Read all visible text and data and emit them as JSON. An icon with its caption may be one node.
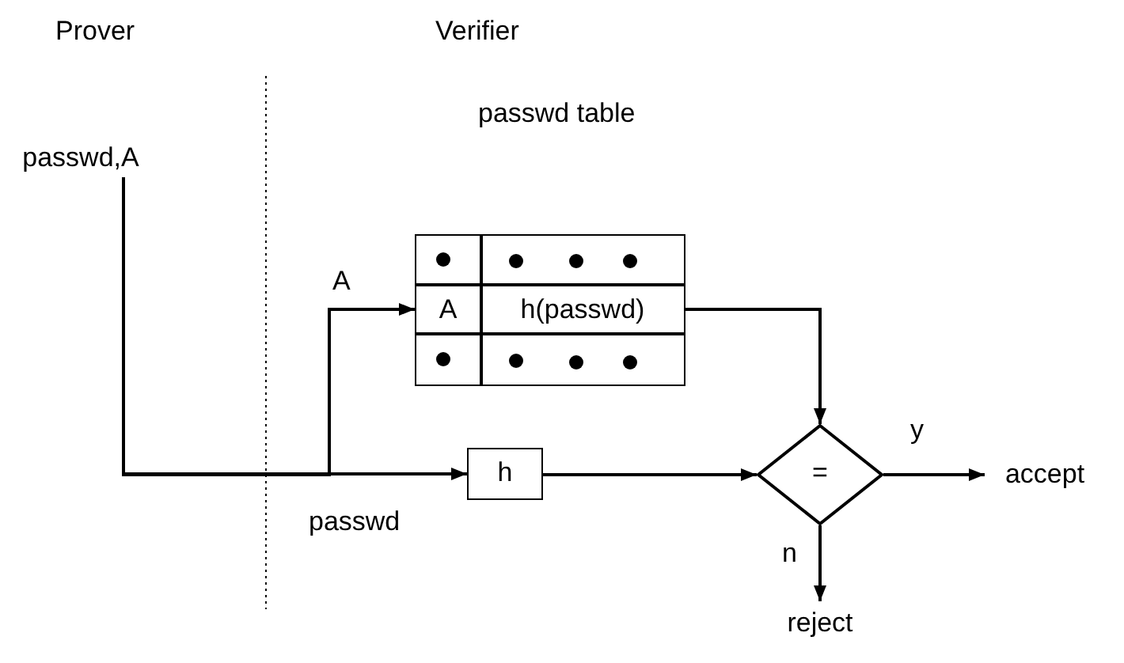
{
  "diagram": {
    "nodes": [
      {
        "text": [
          "passwd,A"
        ]
      },
      {
        "text": [
          "passwd table"
        ]
      },
      {
        "text": [
          "A"
        ],
        "in": 1
      },
      {
        "text": [
          "h(passwd)"
        ],
        "in": 1
      },
      {
        "text": [
          "h"
        ]
      },
      {
        "text": [
          "="
        ]
      },
      {
        "text": [
          "accept"
        ]
      },
      {
        "text": [
          "reject"
        ]
      }
    ],
    "edges": [
      {
        "from": 0,
        "to": 2,
        "arrow": "to",
        "label": "A"
      },
      {
        "from": 0,
        "to": 4,
        "arrow": "to",
        "label": "passwd"
      },
      {
        "from": 3,
        "to": 5,
        "arrow": "to"
      },
      {
        "from": 4,
        "to": 5,
        "arrow": "to"
      },
      {
        "from": 5,
        "to": 6,
        "arrow": "to",
        "label": "y"
      },
      {
        "from": 5,
        "to": 7,
        "arrow": "to",
        "label": "n"
      }
    ],
    "labels": [
      "Prover",
      "Verifier"
    ]
  }
}
